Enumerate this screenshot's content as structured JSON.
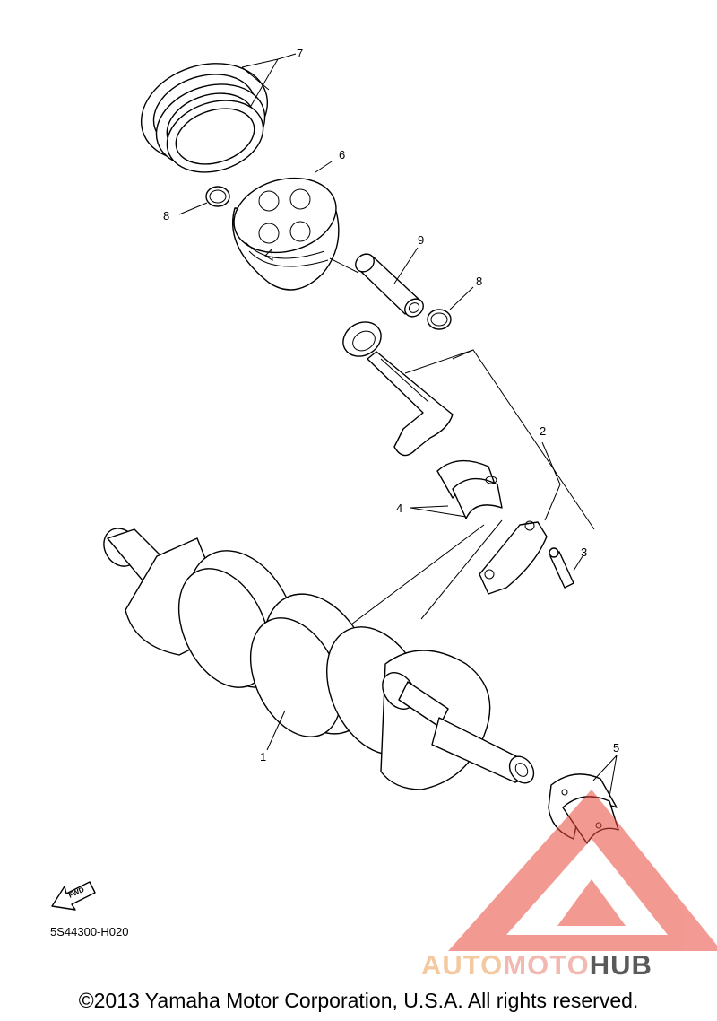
{
  "callouts": {
    "c1": "1",
    "c2": "2",
    "c3": "3",
    "c4": "4",
    "c5": "5",
    "c6": "6",
    "c7": "7",
    "c8a": "8",
    "c8b": "8",
    "c9": "9"
  },
  "fwd_label": "FWD",
  "diagram_code": "5S44300-H020",
  "watermark": {
    "part1": "AUTO",
    "part2": "MOTO",
    "part3": "HUB"
  },
  "copyright": "©2013 Yamaha Motor Corporation, U.S.A. All rights reserved.",
  "colors": {
    "watermark_red": "#e8473a",
    "watermark_orange": "#f0a050",
    "watermark_gray": "#4a4a4a"
  }
}
